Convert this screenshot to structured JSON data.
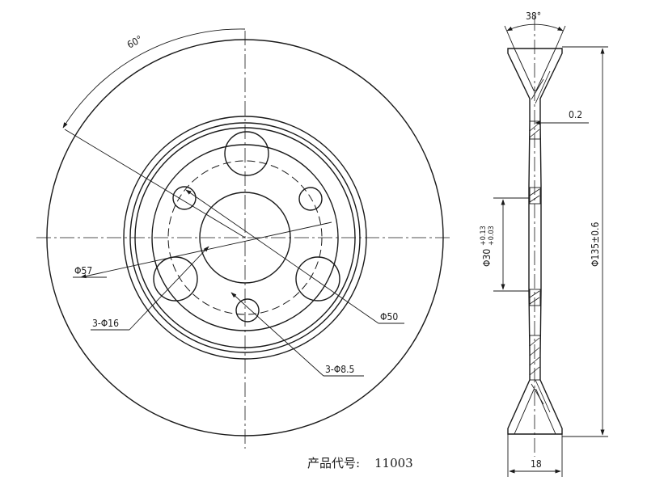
{
  "front_view": {
    "angle_label": "60°",
    "dim_bolt_circle": "Φ57",
    "dim_large_holes": "3-Φ16",
    "dim_bore": "Φ50",
    "dim_small_holes": "3-Φ8.5"
  },
  "side_view": {
    "groove_angle": "38°",
    "offset": "0.2",
    "bore_dia": "Φ30",
    "bore_tol_upper": "+0.13",
    "bore_tol_lower": "+0.03",
    "outer_dia": "Φ135±0.6",
    "width": "18"
  },
  "product_code": {
    "label": "产品代号:",
    "value": "11003"
  }
}
